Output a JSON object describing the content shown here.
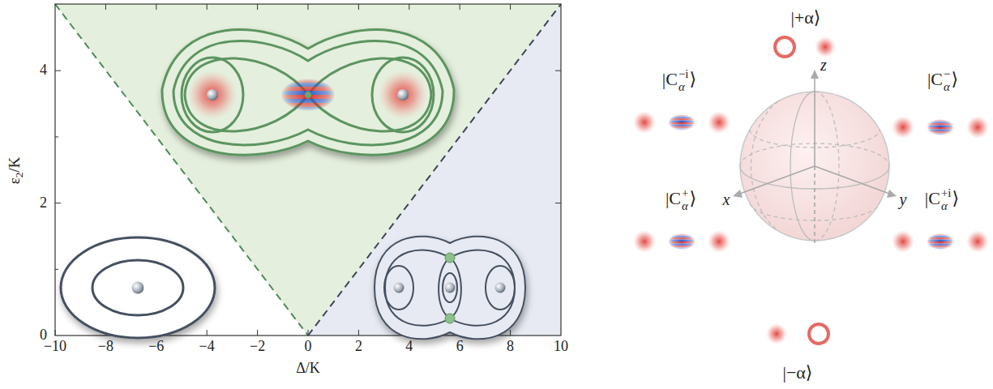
{
  "diagram": {
    "labels": [
      "−10",
      "−8",
      "−6",
      "−4",
      "−2",
      "0",
      "2",
      "4",
      "6",
      "8",
      "10",
      "0",
      "2",
      "4",
      "Δ/K",
      "ε",
      "2",
      "/K",
      "|+α⟩",
      "z",
      "|C",
      "α",
      "−i",
      "⟩",
      "|C",
      "α",
      "−",
      "⟩",
      "|C",
      "α",
      "+",
      "⟩",
      "x",
      "y",
      "|C",
      "α",
      "+i",
      "⟩",
      "|−α⟩"
    ]
  }
}
